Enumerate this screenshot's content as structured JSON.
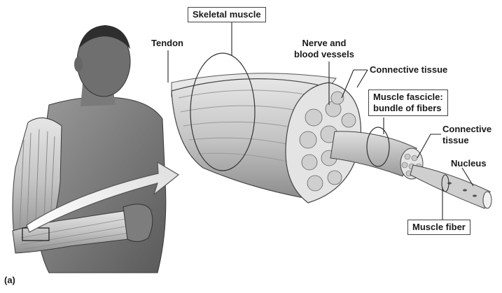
{
  "labels": {
    "skeletal_muscle": "Skeletal muscle",
    "tendon": "Tendon",
    "nerve_line1": "Nerve and",
    "nerve_line2": "blood vessels",
    "connective_tissue_outer": "Connective tissue",
    "fascicle_line1": "Muscle fascicle:",
    "fascicle_line2": "bundle of fibers",
    "connective_inner_line1": "Connective",
    "connective_inner_line2": "tissue",
    "nucleus": "Nucleus",
    "muscle_fiber": "Muscle fiber",
    "panel": "(a)"
  },
  "colors": {
    "skin": "#8f8f8f",
    "muscle": "#bdbdbd",
    "tissue": "#d9d9d9",
    "outline": "#444444"
  }
}
